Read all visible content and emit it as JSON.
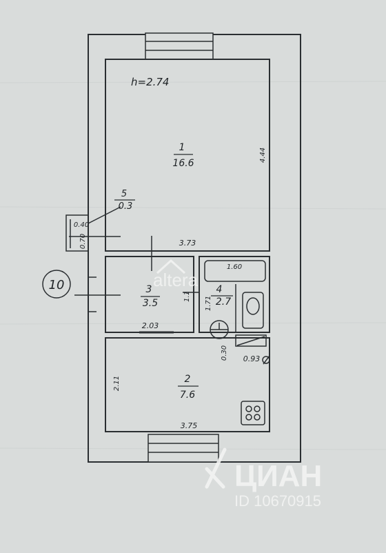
{
  "plan": {
    "ceiling_height": "h=2.74",
    "apartment_number": "10",
    "rooms": [
      {
        "number": "1",
        "area": "16.6"
      },
      {
        "number": "2",
        "area": "7.6"
      },
      {
        "number": "3",
        "area": "3.5"
      },
      {
        "number": "4",
        "area": "2.7"
      },
      {
        "number": "5",
        "area": "0.3"
      }
    ],
    "dimensions": {
      "room1_height": "4.44",
      "room1_width": "3.73",
      "room2_height": "2.11",
      "room2_width": "3.75",
      "room3_width": "2.03",
      "room3_height": "1.1",
      "room4_height": "1.71",
      "bath_length": "1.60",
      "niche_width": "0.40",
      "niche_height": "0.70",
      "duct_width": "0.93",
      "duct_depth": "0.30"
    }
  },
  "watermarks": {
    "altera": "altera",
    "cian_brand": "ЦИАН",
    "cian_id": "ID 10670915"
  }
}
